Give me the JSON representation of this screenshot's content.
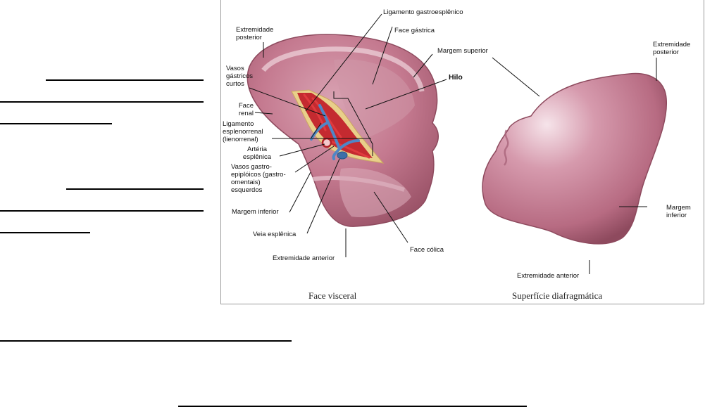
{
  "document": {
    "blank_lines_count": 8
  },
  "figure": {
    "colors": {
      "spleen_fill": "#c77f95",
      "spleen_light": "#f2dbe2",
      "spleen_dark": "#8e4a5e",
      "artery_red": "#d4242c",
      "vein_blue": "#4f86c6",
      "hilum_fat": "#e9cf8a",
      "frame_border": "#9a9a9a"
    },
    "visceral": {
      "caption": "Face visceral",
      "labels": {
        "extremidade_posterior": "Extremidade\nposterior",
        "ligamento_gastroesplenico": "Ligamento gastroesplênico",
        "face_gastrica": "Face gástrica",
        "margem_superior": "Margem superior",
        "hilo": "Hilo",
        "vasos_gastricos_curtos": "Vasos\ngástricos\ncurtos",
        "face_renal": "Face\nrenal",
        "ligamento_esplenorrenal": "Ligamento\nesplenorrenal\n(lienorrenal)",
        "arteria_esplenica": "Artéria\nesplênica",
        "vasos_gastroepiploicos": "Vasos gastro-\nepiplóicos (gastro-\nomentais)\nesquerdos",
        "margem_inferior": "Margem inferior",
        "veia_esplenica": "Veia esplênica",
        "extremidade_anterior": "Extremidade anterior",
        "face_colica": "Face cólica"
      }
    },
    "diaphragmatic": {
      "caption": "Superfície diafragmática",
      "labels": {
        "extremidade_posterior": "Extremidade\nposterior",
        "margem_inferior": "Margem\ninferior",
        "extremidade_anterior": "Extremidade anterior"
      }
    }
  }
}
